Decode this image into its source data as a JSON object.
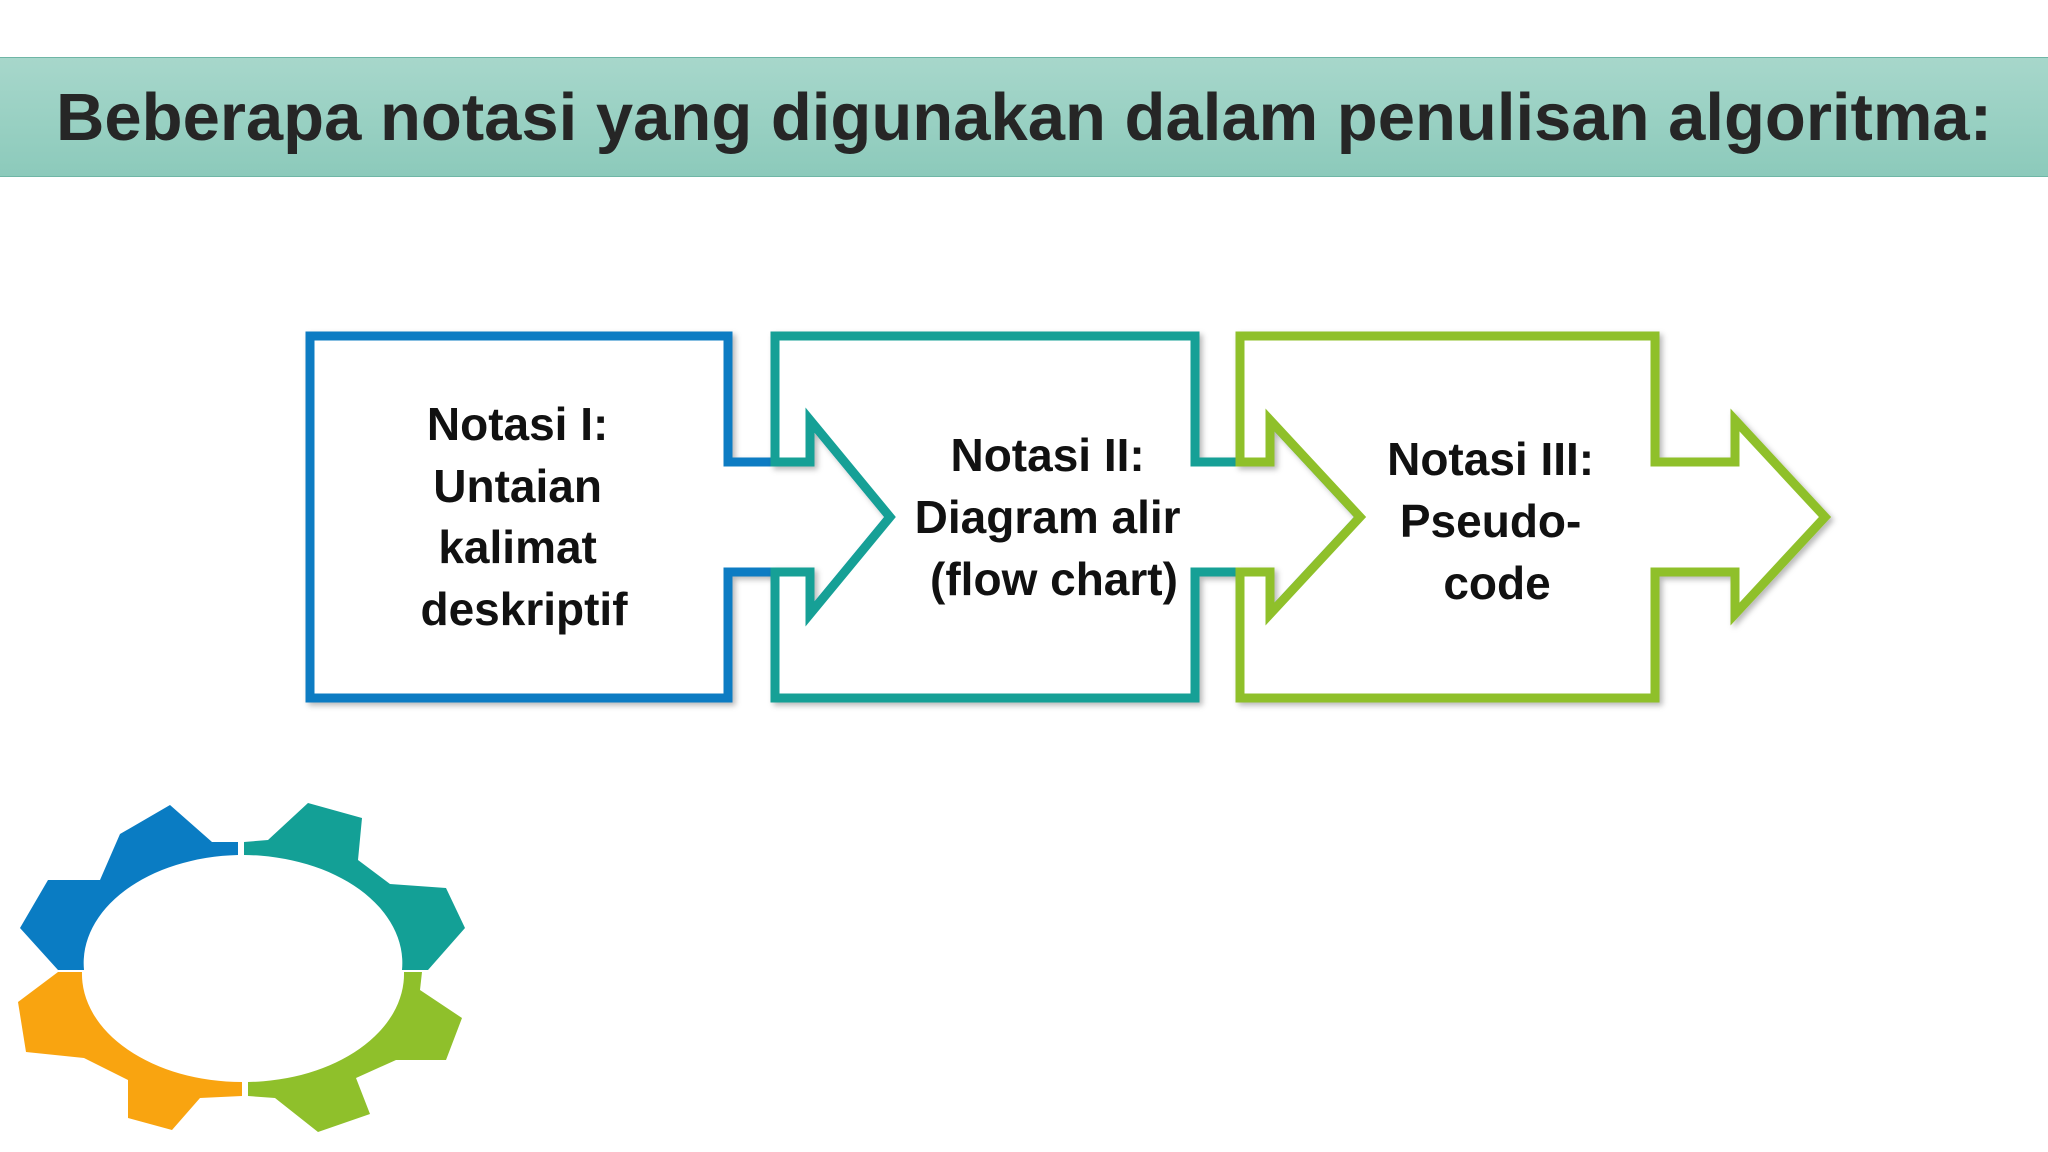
{
  "slide": {
    "title": "Beberapa notasi yang digunakan dalam penulisan algoritma:"
  },
  "steps": [
    {
      "lines": [
        "Notasi I:",
        "Untaian",
        "kalimat",
        "deskriptif"
      ],
      "color": "#0a7cc3"
    },
    {
      "lines": [
        "Notasi II:",
        "Diagram alir",
        "(flow chart)"
      ],
      "color": "#13a096"
    },
    {
      "lines": [
        "Notasi III:",
        "Pseudo-",
        "code"
      ],
      "color": "#8fc02b"
    }
  ],
  "gear_colors": {
    "blue": "#0a7cc3",
    "teal": "#13a096",
    "green": "#8fc02b",
    "orange": "#f9a410"
  }
}
